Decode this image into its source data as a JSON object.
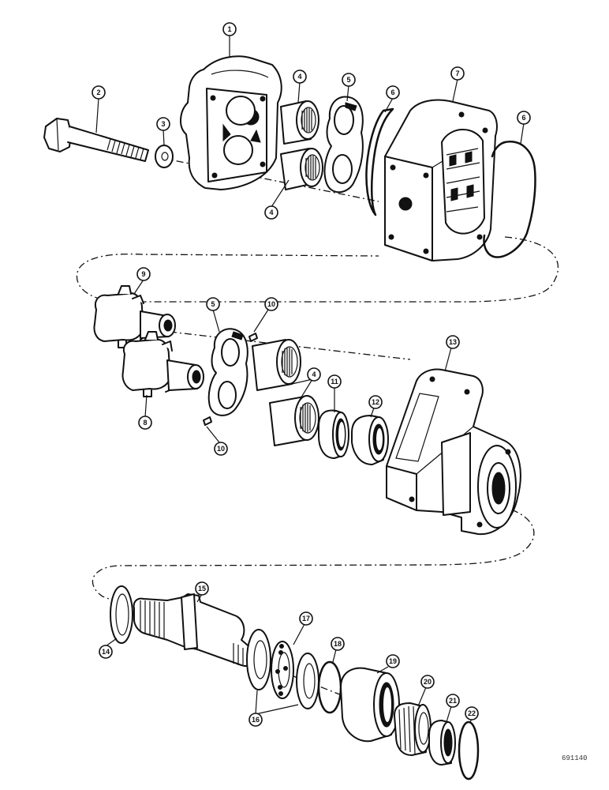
{
  "diagram": {
    "callouts": [
      {
        "id": "c1",
        "label": "1"
      },
      {
        "id": "c2",
        "label": "2"
      },
      {
        "id": "c3",
        "label": "3"
      },
      {
        "id": "c4a",
        "label": "4"
      },
      {
        "id": "c4b",
        "label": "4"
      },
      {
        "id": "c4c",
        "label": "4"
      },
      {
        "id": "c5a",
        "label": "5"
      },
      {
        "id": "c5b",
        "label": "5"
      },
      {
        "id": "c6a",
        "label": "6"
      },
      {
        "id": "c6b",
        "label": "6"
      },
      {
        "id": "c7",
        "label": "7"
      },
      {
        "id": "c8",
        "label": "8"
      },
      {
        "id": "c9",
        "label": "9"
      },
      {
        "id": "c10a",
        "label": "10"
      },
      {
        "id": "c10b",
        "label": "10"
      },
      {
        "id": "c11",
        "label": "11"
      },
      {
        "id": "c12",
        "label": "12"
      },
      {
        "id": "c13",
        "label": "13"
      },
      {
        "id": "c14",
        "label": "14"
      },
      {
        "id": "c15",
        "label": "15"
      },
      {
        "id": "c16",
        "label": "16"
      },
      {
        "id": "c17",
        "label": "17"
      },
      {
        "id": "c18",
        "label": "18"
      },
      {
        "id": "c19",
        "label": "19"
      },
      {
        "id": "c20",
        "label": "20"
      },
      {
        "id": "c21",
        "label": "21"
      },
      {
        "id": "c22",
        "label": "22"
      }
    ],
    "figure_code": "691140"
  }
}
